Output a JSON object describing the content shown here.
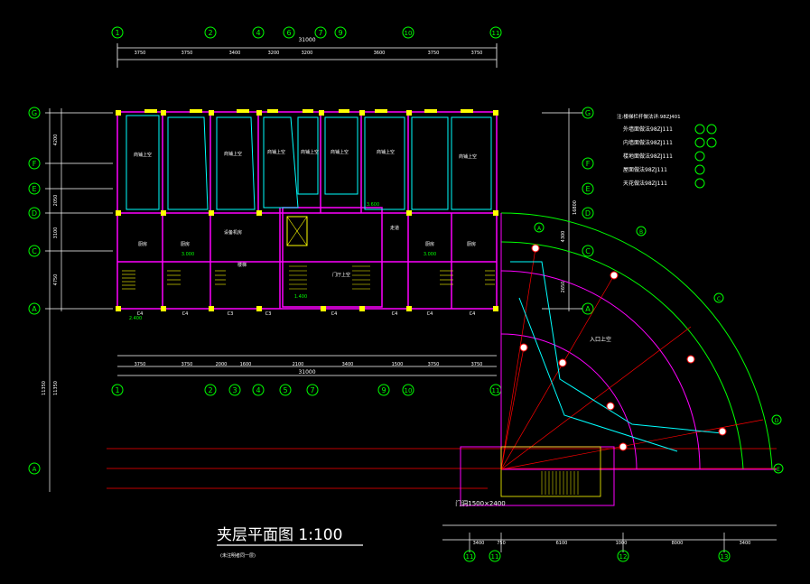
{
  "title": {
    "main": "夹层平面图 1:100",
    "sub": "(未注明者同一层)"
  },
  "axes": {
    "top_numbers": [
      "1",
      "2",
      "4",
      "6",
      "7",
      "9",
      "10",
      "11"
    ],
    "bottom_numbers": [
      "1",
      "2",
      "3",
      "4",
      "5",
      "7",
      "9",
      "10",
      "11"
    ],
    "left_letters": [
      "G",
      "F",
      "E",
      "D",
      "C",
      "A"
    ],
    "right_letters": [
      "G",
      "F",
      "E",
      "D",
      "C",
      "A"
    ],
    "arc_labels": [
      "A",
      "B",
      "C",
      "D",
      "E"
    ],
    "bottom_right_numbers": [
      "11",
      "12",
      "13"
    ]
  },
  "dimensions": {
    "top_total": "31000",
    "top_row1": [
      "3750",
      "3750",
      "3400",
      "3200",
      "3200",
      "3600",
      "3750",
      "3750"
    ],
    "bottom_total": "31000",
    "bottom_row1": [
      "3750",
      "3750",
      "2000",
      "1600",
      "2100",
      "3400",
      "1500",
      "3750",
      "3750"
    ],
    "bottom_right": [
      "3400",
      "750",
      "6100",
      "1000",
      "8000",
      "3400"
    ],
    "left_side": [
      "4200",
      "2050",
      "3100",
      "4750",
      "11350",
      "11350"
    ],
    "right_side": [
      "16800",
      "4300",
      "2650"
    ]
  },
  "notes": {
    "heading": "注:楼梯栏杆做法详:98ZJ401",
    "lines": [
      "外墙面做法98ZJ111",
      "内墙面做法98ZJ111",
      "楼地面做法98ZJ111",
      "屋面做法98ZJ111",
      "天花做法98ZJ111"
    ]
  },
  "rooms": {
    "shop_voids": [
      "商铺上空",
      "商铺上空",
      "商铺上空",
      "商铺上空",
      "商铺上空",
      "商铺上空",
      "商铺上空"
    ],
    "kitchens": [
      "厨房",
      "厨房",
      "厨房",
      "厨房"
    ],
    "equipment": "设备机房",
    "corridor": "走道",
    "hall_void": "门厅上空",
    "entrance_void": "入口上空",
    "stair": "楼梯"
  },
  "elevations": [
    "2.400",
    "3.600",
    "3.000",
    "1.400",
    "3.000"
  ],
  "window_tags": [
    "C4",
    "C4",
    "C3",
    "C3",
    "C4",
    "C4",
    "C4",
    "C4"
  ],
  "door_label": "门洞1500×2400",
  "colors": {
    "background": "#000000",
    "axis_green": "#00ff00",
    "wall_magenta": "#ff00ff",
    "column_yellow": "#ffff00",
    "void_cyan": "#00ffff",
    "dim_white": "#ffffff",
    "grid_red": "#ff0000"
  }
}
